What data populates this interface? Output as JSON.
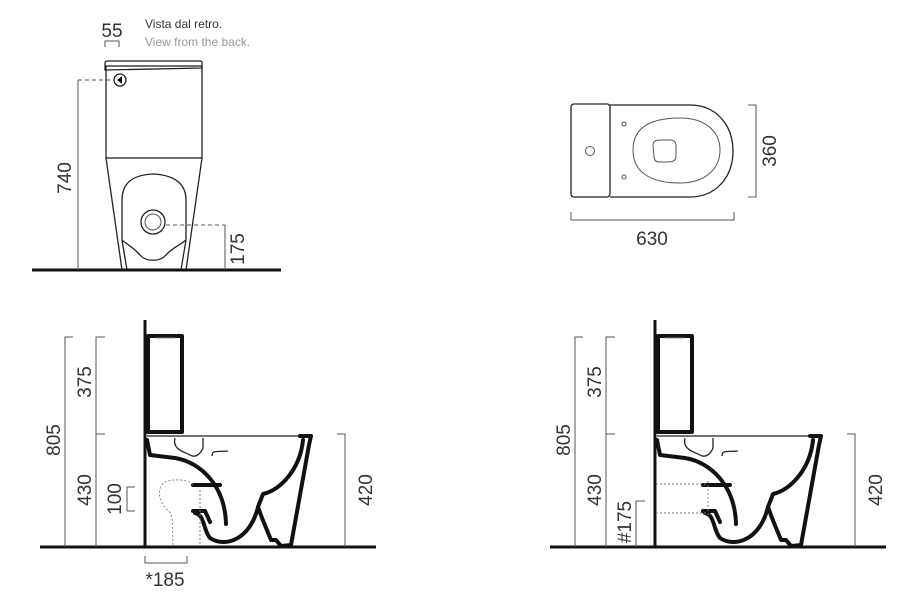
{
  "back_view": {
    "caption_it": "Vista dal retro.",
    "caption_en": "View from the back.",
    "dim_inlet_offset": "55",
    "dim_inlet_height": "740",
    "dim_outlet_height": "175"
  },
  "top_view": {
    "dim_width": "360",
    "dim_length": "630"
  },
  "side_view_floor_outlet": {
    "dim_total_height": "805",
    "dim_tank_height": "375",
    "dim_bowl_height": "430",
    "dim_rim_height": "420",
    "dim_outlet_range": "100",
    "dim_outlet_distance": "*185"
  },
  "side_view_wall_outlet": {
    "dim_total_height": "805",
    "dim_tank_height": "375",
    "dim_bowl_height": "430",
    "dim_rim_height": "420",
    "dim_outlet_height": "#175"
  },
  "colors": {
    "line": "#111111",
    "dimension": "#555555",
    "caption_secondary": "#999999"
  }
}
